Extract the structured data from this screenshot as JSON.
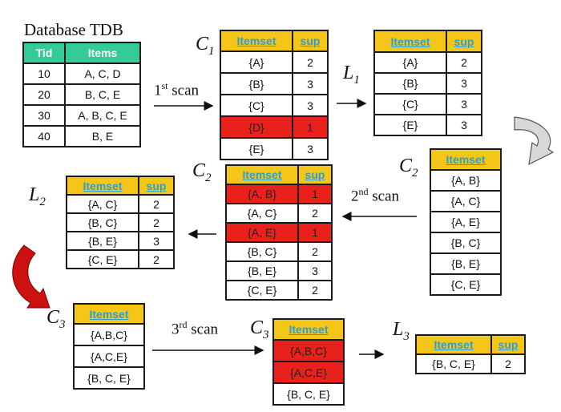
{
  "db": {
    "title": "Database TDB",
    "headers": [
      "Tid",
      "Items"
    ],
    "rows": [
      [
        "10",
        "A, C, D"
      ],
      [
        "20",
        "B, C, E"
      ],
      [
        "30",
        "A, B, C, E"
      ],
      [
        "40",
        "B, E"
      ]
    ]
  },
  "labels": {
    "c1": {
      "letter": "C",
      "sub": "1"
    },
    "l1": {
      "letter": "L",
      "sub": "1"
    },
    "c2a": {
      "letter": "C",
      "sub": "2"
    },
    "c2b": {
      "letter": "C",
      "sub": "2"
    },
    "l2": {
      "letter": "L",
      "sub": "2"
    },
    "c3a": {
      "letter": "C",
      "sub": "3"
    },
    "c3b": {
      "letter": "C",
      "sub": "3"
    },
    "l3": {
      "letter": "L",
      "sub": "3"
    }
  },
  "scans": {
    "first": {
      "num": "1",
      "sup": "st",
      "word": "scan"
    },
    "second": {
      "num": "2",
      "sup": "nd",
      "word": "scan"
    },
    "third": {
      "num": "3",
      "sup": "rd",
      "word": "scan"
    }
  },
  "c1": {
    "headers": [
      "Itemset",
      "sup"
    ],
    "rows": [
      {
        "itemset": "{A}",
        "sup": "2",
        "pruned": false
      },
      {
        "itemset": "{B}",
        "sup": "3",
        "pruned": false
      },
      {
        "itemset": "{C}",
        "sup": "3",
        "pruned": false
      },
      {
        "itemset": "{D}",
        "sup": "1",
        "pruned": true
      },
      {
        "itemset": "{E}",
        "sup": "3",
        "pruned": false
      }
    ]
  },
  "l1": {
    "headers": [
      "Itemset",
      "sup"
    ],
    "rows": [
      [
        "{A}",
        "2"
      ],
      [
        "{B}",
        "3"
      ],
      [
        "{C}",
        "3"
      ],
      [
        "{E}",
        "3"
      ]
    ]
  },
  "c2_candidates": {
    "header": "Itemset",
    "rows": [
      "{A, B}",
      "{A, C}",
      "{A, E}",
      "{B, C}",
      "{B, E}",
      "{C, E}"
    ]
  },
  "c2_counted": {
    "headers": [
      "Itemset",
      "sup"
    ],
    "rows": [
      {
        "itemset": "{A, B}",
        "sup": "1",
        "pruned": true
      },
      {
        "itemset": "{A, C}",
        "sup": "2",
        "pruned": false
      },
      {
        "itemset": "{A, E}",
        "sup": "1",
        "pruned": true
      },
      {
        "itemset": "{B, C}",
        "sup": "2",
        "pruned": false
      },
      {
        "itemset": "{B, E}",
        "sup": "3",
        "pruned": false
      },
      {
        "itemset": "{C, E}",
        "sup": "2",
        "pruned": false
      }
    ]
  },
  "l2": {
    "headers": [
      "Itemset",
      "sup"
    ],
    "rows": [
      [
        "{A, C}",
        "2"
      ],
      [
        "{B, C}",
        "2"
      ],
      [
        "{B, E}",
        "3"
      ],
      [
        "{C, E}",
        "2"
      ]
    ]
  },
  "c3_candidates": {
    "header": "Itemset",
    "rows": [
      "{A,B,C}",
      "{A,C,E}",
      "{B, C, E}"
    ]
  },
  "c3_counted": {
    "header": "Itemset",
    "rows": [
      {
        "itemset": "{A,B,C}",
        "pruned": true
      },
      {
        "itemset": "{A,C,E}",
        "pruned": true
      },
      {
        "itemset": "{B, C, E}",
        "pruned": false
      }
    ]
  },
  "l3": {
    "headers": [
      "Itemset",
      "sup"
    ],
    "rows": [
      [
        "{B, C, E}",
        "2"
      ]
    ]
  },
  "colors": {
    "header": "#f5c518",
    "header_text": "#2a9fd6",
    "tdb_header": "#33cc99",
    "pruned": "#e8211c",
    "curve_arrow": "#cc1111",
    "gray_arrow": "#d8d8d8"
  }
}
